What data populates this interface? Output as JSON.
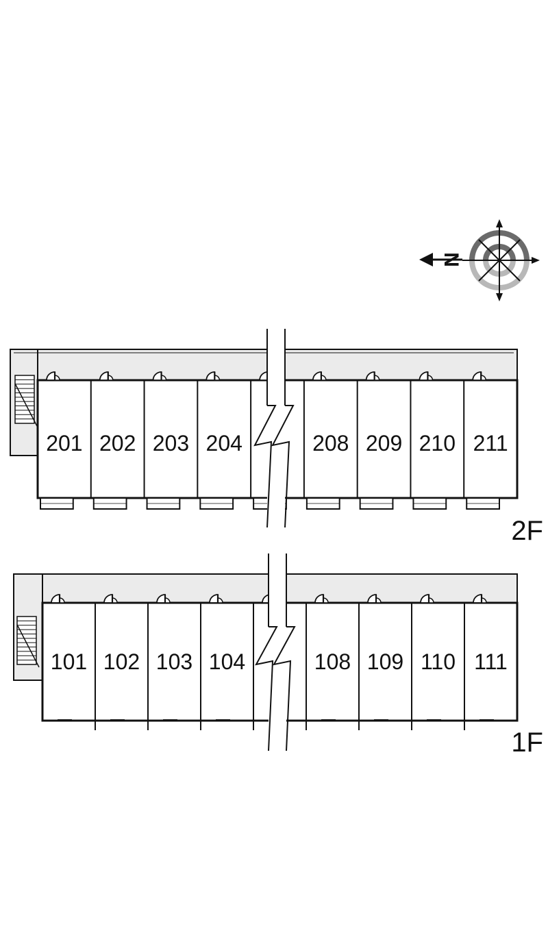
{
  "compass": {
    "north_label": "N",
    "icon": "compass-rose-icon",
    "pointing": "left"
  },
  "colors": {
    "line": "#111111",
    "corridor": "#ebebeb",
    "compass_dark": "#6b6b6b",
    "compass_light": "#b8b8b8"
  },
  "floors": [
    {
      "label": "2F",
      "units": [
        "201",
        "202",
        "203",
        "204",
        "208",
        "209",
        "210",
        "211"
      ]
    },
    {
      "label": "1F",
      "units": [
        "101",
        "102",
        "103",
        "104",
        "108",
        "109",
        "110",
        "111"
      ]
    }
  ]
}
